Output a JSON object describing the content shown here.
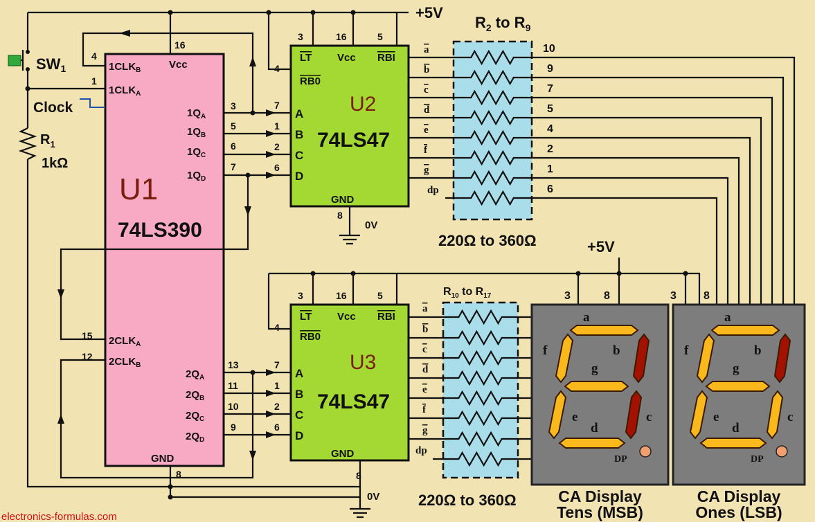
{
  "watermark": "electronics-formulas.com",
  "supply": {
    "top": "+5V",
    "mid": "+5V",
    "ground_top": "0V",
    "ground_bottom": "0V"
  },
  "sw1": {
    "base": "SW",
    "sub": "1"
  },
  "clock": "Clock",
  "r1": {
    "base": "R",
    "sub": "1",
    "value": "1kΩ"
  },
  "u1": {
    "name": "U1",
    "part": "74LS390",
    "vcc": "Vcc",
    "gnd": "GND",
    "pin_vcc": "16",
    "pin_gnd": "8",
    "clkb1": {
      "num": "4",
      "base": "1CLK",
      "sub": "B"
    },
    "clka1": {
      "num": "1",
      "base": "1CLK",
      "sub": "A"
    },
    "q1": [
      {
        "num": "3",
        "base": "1Q",
        "sub": "A"
      },
      {
        "num": "5",
        "base": "1Q",
        "sub": "B"
      },
      {
        "num": "6",
        "base": "1Q",
        "sub": "C"
      },
      {
        "num": "7",
        "base": "1Q",
        "sub": "D"
      }
    ],
    "clka2": {
      "num": "15",
      "base": "2CLK",
      "sub": "A"
    },
    "clkb2": {
      "num": "12",
      "base": "2CLK",
      "sub": "B"
    },
    "q2": [
      {
        "num": "13",
        "base": "2Q",
        "sub": "A"
      },
      {
        "num": "11",
        "base": "2Q",
        "sub": "B"
      },
      {
        "num": "10",
        "base": "2Q",
        "sub": "C"
      },
      {
        "num": "9",
        "base": "2Q",
        "sub": "D"
      }
    ]
  },
  "u2": {
    "name": "U2",
    "part": "74LS47",
    "top_pins": [
      {
        "num": "3",
        "label": "LT"
      },
      {
        "num": "16",
        "label": "Vcc"
      },
      {
        "num": "5",
        "label": "RBI"
      }
    ],
    "rbo": {
      "num": "4",
      "label": "RB0"
    },
    "inputs": [
      {
        "num": "7",
        "label": "A"
      },
      {
        "num": "1",
        "label": "B"
      },
      {
        "num": "2",
        "label": "C"
      },
      {
        "num": "6",
        "label": "D"
      }
    ],
    "gnd": "GND",
    "pin_gnd": "8"
  },
  "u3": {
    "name": "U3",
    "part": "74LS47",
    "top_pins": [
      {
        "num": "3",
        "label": "LT"
      },
      {
        "num": "16",
        "label": "Vcc"
      },
      {
        "num": "5",
        "label": "RBI"
      }
    ],
    "rbo": {
      "num": "4",
      "label": "RB0"
    },
    "inputs": [
      {
        "num": "7",
        "label": "A"
      },
      {
        "num": "1",
        "label": "B"
      },
      {
        "num": "2",
        "label": "C"
      },
      {
        "num": "6",
        "label": "D"
      }
    ],
    "gnd": "GND",
    "pin_gnd": "8"
  },
  "bank1": {
    "title": {
      "r": "R",
      "s1": "2",
      "to": " to R",
      "s2": "9"
    },
    "range": "220Ω to 360Ω",
    "outputs": [
      {
        "label": "a",
        "pin": "10"
      },
      {
        "label": "b",
        "pin": "9"
      },
      {
        "label": "c",
        "pin": "7"
      },
      {
        "label": "d",
        "pin": "5"
      },
      {
        "label": "e",
        "pin": "4"
      },
      {
        "label": "f",
        "pin": "2"
      },
      {
        "label": "g",
        "pin": "1"
      },
      {
        "label": "dp",
        "pin": "6"
      }
    ]
  },
  "bank2": {
    "title": {
      "r": "R",
      "s1": "10",
      "to": " to R",
      "s2": "17"
    },
    "range": "220Ω to 360Ω",
    "outputs": [
      {
        "label": "a"
      },
      {
        "label": "b"
      },
      {
        "label": "c"
      },
      {
        "label": "d"
      },
      {
        "label": "e"
      },
      {
        "label": "f"
      },
      {
        "label": "g"
      },
      {
        "label": "dp"
      }
    ]
  },
  "displays": [
    {
      "id": "tens",
      "line1": "CA Display",
      "line2": "Tens (MSB)",
      "pin_a": "3",
      "pin_b": "8",
      "segments": {
        "a": "on",
        "b": "off",
        "c": "off",
        "d": "on",
        "e": "on",
        "f": "on",
        "g": "on"
      }
    },
    {
      "id": "ones",
      "line1": "CA Display",
      "line2": "Ones (LSB)",
      "pin_a": "3",
      "pin_b": "8",
      "segments": {
        "a": "on",
        "b": "off",
        "c": "on",
        "d": "on",
        "e": "on",
        "f": "on",
        "g": "on"
      }
    }
  ],
  "segment_labels": {
    "a": "a",
    "b": "b",
    "c": "c",
    "d": "d",
    "e": "e",
    "f": "f",
    "g": "g",
    "dp": "DP"
  },
  "colors": {
    "background": "#f2e3b3",
    "u1": "#f8a9c3",
    "decoder": "#a4d832",
    "resistor_box": "#a9dde9",
    "display": "#7d7d7d",
    "segment_on": "#f9b91c",
    "segment_off": "#a31200",
    "dp": "#f0a070"
  }
}
